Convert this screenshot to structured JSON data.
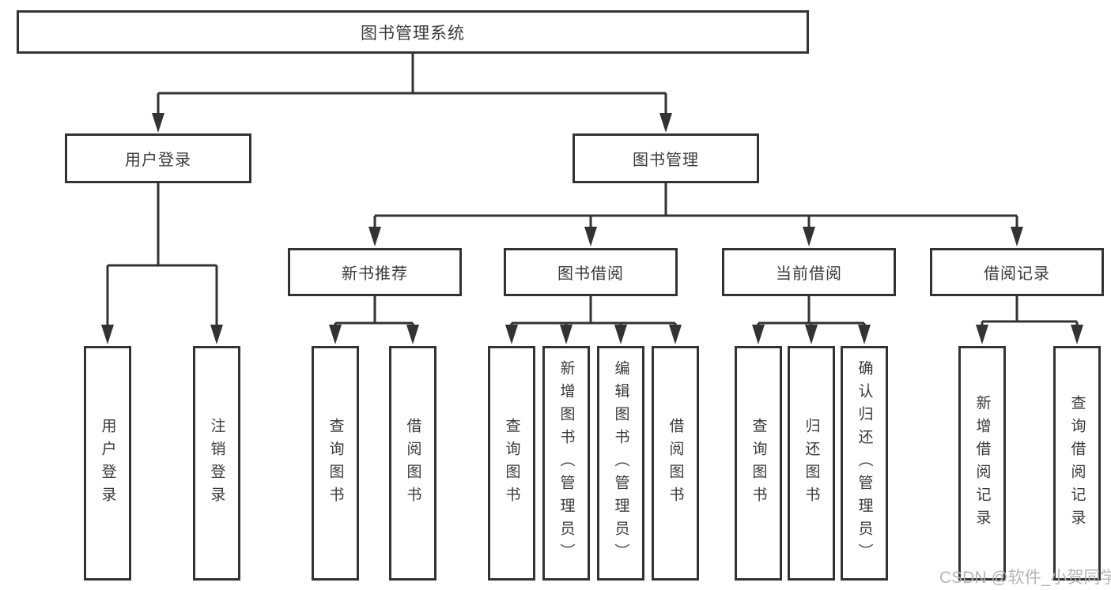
{
  "diagram": {
    "type": "hierarchy-tree",
    "root_label": "图书管理系统",
    "level2": {
      "user_login": "用户登录",
      "book_management": "图书管理"
    },
    "level3": {
      "new_book_recommend": "新书推荐",
      "book_borrow": "图书借阅",
      "current_borrow": "当前借阅",
      "borrow_record": "借阅记录"
    },
    "leaves": {
      "user_login": [
        "用户登录",
        "注销登录"
      ],
      "new_book_recommend": [
        "查询图书",
        "借阅图书"
      ],
      "book_borrow": [
        "查询图书",
        "新增图书（管理员）",
        "编辑图书（管理员）",
        "借阅图书"
      ],
      "current_borrow": [
        "查询图书",
        "归还图书",
        "确认归还（管理员）"
      ],
      "borrow_record": [
        "新增借阅记录",
        "查询借阅记录"
      ]
    }
  },
  "watermark": "CSDN @软件_小贺同学",
  "colors": {
    "line": "#333333",
    "text": "#3a3a3a",
    "watermark": "#b2b2b2",
    "background": "#ffffff"
  }
}
